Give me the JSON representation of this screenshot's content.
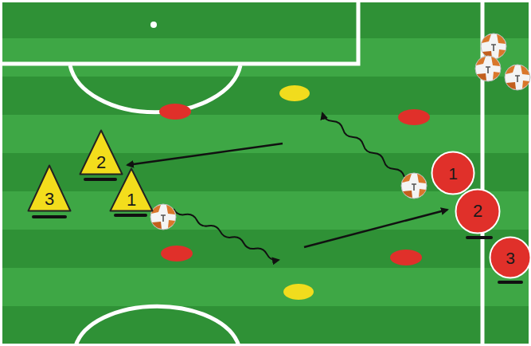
{
  "diagram": {
    "nodes": [
      {
        "text": [
          "2"
        ]
      },
      {
        "text": [
          "3"
        ]
      },
      {
        "text": [
          "1"
        ]
      },
      {
        "text": [
          "1"
        ]
      },
      {
        "text": [
          "2"
        ]
      },
      {
        "text": [
          "3"
        ]
      }
    ]
  }
}
